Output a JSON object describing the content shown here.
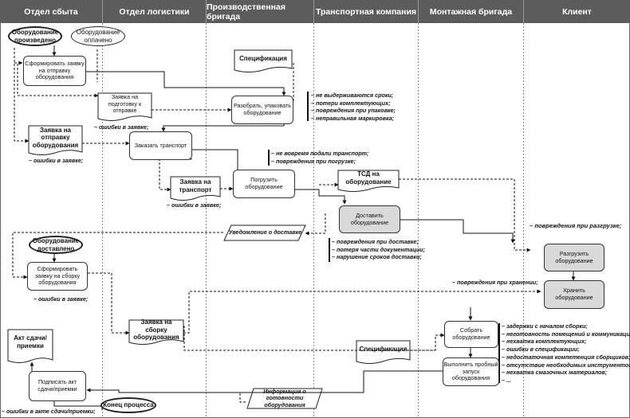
{
  "lanes": [
    "Отдел сбыта",
    "Отдел логистики",
    "Производственная бригада",
    "Транспортная компания",
    "Монтажная бригада",
    "Клиент"
  ],
  "events": {
    "produced": "Оборудование произведено",
    "paid": "Оборудование оплачено",
    "delivered": "Оборудование доставлено",
    "end": "Конец процесса"
  },
  "processes": {
    "form_shipping_request": "Сформировать заявку на отправку оборудования",
    "disassemble_pack": "Разобрать, упаковать оборудование",
    "order_transport": "Заказать транспорт",
    "load": "Погрузить оборудование",
    "deliver": "Доставить оборудование",
    "form_assembly_request": "Сформировать заявку на сборку оборудования",
    "unload": "Разгрузить оборудование",
    "store": "Хранить оборудование",
    "assemble": "Собрать оборудование",
    "trial_run": "Выполнить пробный запуск оборудования",
    "sign_act": "Подписать акт сдачи/приемки"
  },
  "documents": {
    "spec1": "Спецификация",
    "prep_request": "Заявка на подготовку к отправке",
    "shipping_request": "Заявка на отправку оборудования",
    "transport_request": "Заявка на транспорт",
    "tsd": "ТСД на оборудование",
    "assembly_request": "Заявка на сборку оборудования",
    "spec2": "Спецификация",
    "act": "Акт сдачи/приемки"
  },
  "outputs": {
    "delivery_notice": "Уведомление о доставке",
    "readiness_info": "Информация о готовности оборудования"
  },
  "risks": {
    "prep_request": "– ошибки в заявке;",
    "shipping_request": "– ошибки в заявке;",
    "transport_request": "– ошибки в заявке;",
    "assembly_request": "– ошибки в заявке;",
    "act": "– ошибки в акте сдачи/приемки;",
    "unloading": "– повреждения при разгрузке;",
    "storage": "– повреждения при хранении;",
    "packing": [
      "– не выдерживаются сроки;",
      "– потери комплектующих;",
      "– повреждения при упаковке;",
      "– неправильная маркировка;"
    ],
    "loading": [
      "– не вовремя подали транспорт;",
      "– повреждения при погрузке;"
    ],
    "delivery": [
      "– повреждения при доставке;",
      "– потеря части документации;",
      "– нарушение сроков доставки;"
    ],
    "assembly": [
      "– задержки с началом сборки;",
      "– неготовность помещений и коммуникаций;",
      "– нехватка комплектующих;",
      "– ошибки в спецификации;",
      "– недостаточная компетенция сборщиков;",
      "– отсутствие необходимых инструментов;",
      "– нехватка смазочных материалов;",
      "– ..."
    ]
  },
  "colors": {
    "header": "#5c5c5c",
    "grey_process": "#d9d9d9"
  }
}
